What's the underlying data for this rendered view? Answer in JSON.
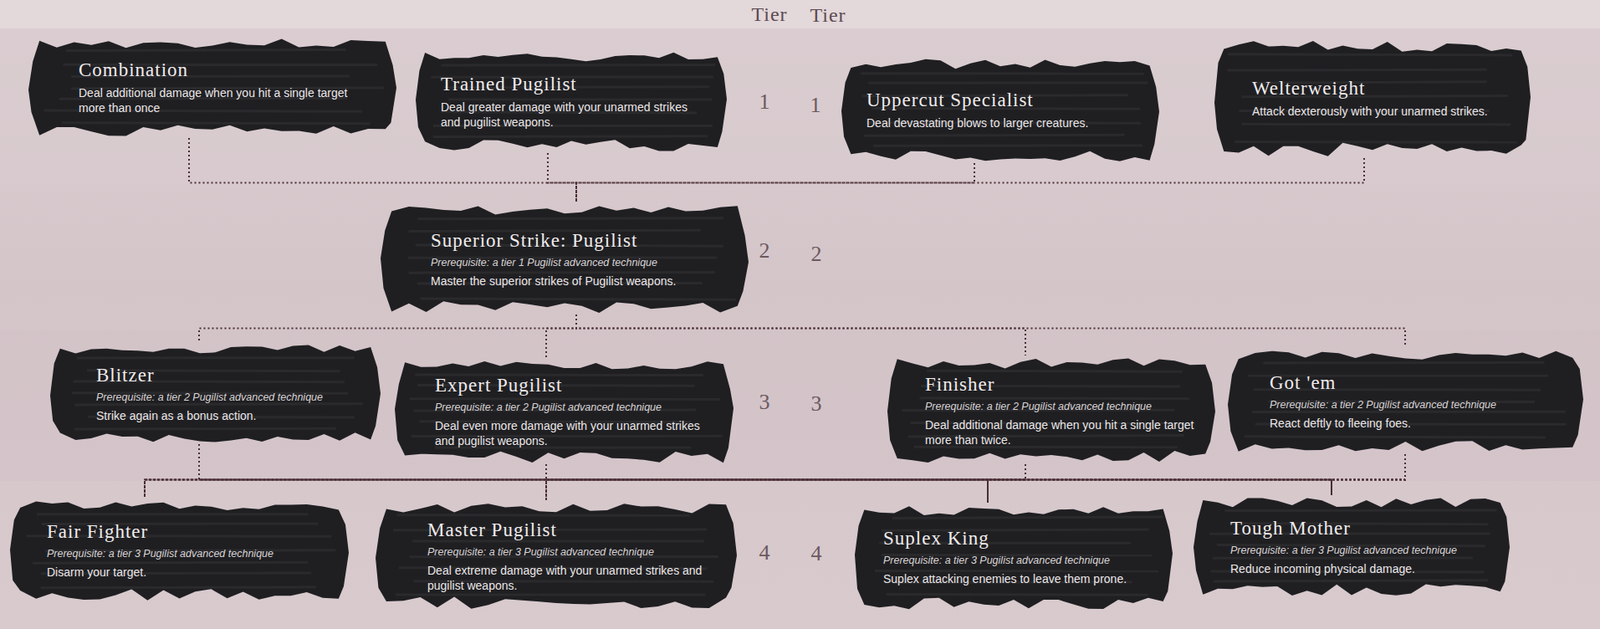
{
  "diagram": {
    "nodes": [
      {
        "text": [
          "Combination",
          "Deal additional damage when you hit a single target more than once"
        ]
      },
      {
        "text": [
          "Trained Pugilist",
          "Deal greater damage with your unarmed strikes and pugilist weapons."
        ]
      },
      {
        "text": [
          "Uppercut Specialist",
          "Deal devastating blows to larger creatures."
        ]
      },
      {
        "text": [
          "Welterweight",
          "Attack dexterously with your unarmed strikes."
        ]
      },
      {
        "text": [
          "Superior Strike: Pugilist",
          "Prerequisite: a tier 1 Pugilist advanced technique",
          "Master the superior strikes of Pugilist weapons."
        ]
      },
      {
        "text": [
          "Blitzer",
          "Prerequisite: a tier 2 Pugilist advanced technique",
          "Strike again as a bonus action."
        ]
      },
      {
        "text": [
          "Expert Pugilist",
          "Prerequisite: a tier 2 Pugilist advanced technique",
          "Deal even more damage with your unarmed strikes and pugilist weapons."
        ]
      },
      {
        "text": [
          "Finisher",
          "Prerequisite: a tier 2 Pugilist advanced technique",
          "Deal additional damage when you hit a single target more than twice."
        ]
      },
      {
        "text": [
          "Got 'em",
          "Prerequisite: a tier 2 Pugilist advanced technique",
          "React deftly to fleeing foes."
        ]
      },
      {
        "text": [
          "Fair Fighter",
          "Prerequisite: a tier 3 Pugilist advanced technique",
          "Disarm your target."
        ]
      },
      {
        "text": [
          "Master Pugilist",
          "Prerequisite: a tier 3 Pugilist advanced technique",
          "Deal extreme damage with your unarmed strikes and pugilist weapons."
        ]
      },
      {
        "text": [
          "Suplex King",
          "Prerequisite: a tier 3 Pugilist advanced technique",
          "Suplex attacking enemies to leave them prone."
        ]
      },
      {
        "text": [
          "Tough Mother",
          "Prerequisite: a tier 3 Pugilist advanced technique",
          "Reduce incoming physical damage."
        ]
      }
    ],
    "edges": [
      {
        "from": 0,
        "to": 4,
        "arrow": "none"
      },
      {
        "from": 1,
        "to": 4,
        "arrow": "none"
      },
      {
        "from": 2,
        "to": 4,
        "arrow": "none"
      },
      {
        "from": 3,
        "to": 4,
        "arrow": "none"
      },
      {
        "from": 4,
        "to": 5,
        "arrow": "none"
      },
      {
        "from": 4,
        "to": 6,
        "arrow": "none"
      },
      {
        "from": 4,
        "to": 7,
        "arrow": "none"
      },
      {
        "from": 4,
        "to": 8,
        "arrow": "none"
      },
      {
        "from": 5,
        "to": 9,
        "arrow": "none"
      },
      {
        "from": 5,
        "to": 10,
        "arrow": "none"
      },
      {
        "from": 5,
        "to": 11,
        "arrow": "none"
      },
      {
        "from": 5,
        "to": 12,
        "arrow": "none"
      },
      {
        "from": 6,
        "to": 9,
        "arrow": "none"
      },
      {
        "from": 6,
        "to": 10,
        "arrow": "none"
      },
      {
        "from": 6,
        "to": 11,
        "arrow": "none"
      },
      {
        "from": 6,
        "to": 12,
        "arrow": "none"
      },
      {
        "from": 7,
        "to": 9,
        "arrow": "none"
      },
      {
        "from": 7,
        "to": 10,
        "arrow": "none"
      },
      {
        "from": 7,
        "to": 11,
        "arrow": "none"
      },
      {
        "from": 7,
        "to": 12,
        "arrow": "none"
      },
      {
        "from": 8,
        "to": 9,
        "arrow": "none"
      },
      {
        "from": 8,
        "to": 10,
        "arrow": "none"
      },
      {
        "from": 8,
        "to": 11,
        "arrow": "none"
      },
      {
        "from": 8,
        "to": 12,
        "arrow": "none"
      }
    ],
    "labels": [
      "Tier",
      "Tier",
      "1",
      "1",
      "2",
      "2",
      "3",
      "3",
      "4",
      "4"
    ]
  }
}
